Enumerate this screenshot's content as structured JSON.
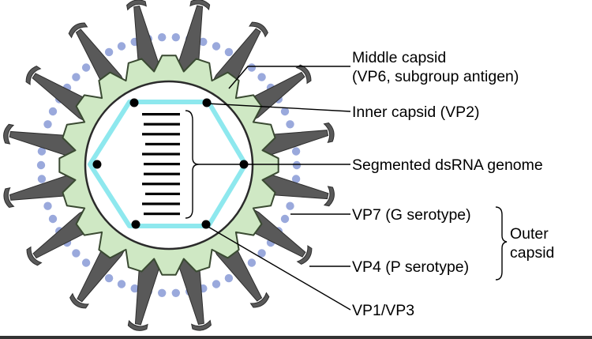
{
  "diagram": {
    "labels": {
      "middle_capsid_line1": "Middle capsid",
      "middle_capsid_line2": "(VP6, subgroup antigen)",
      "inner_capsid": "Inner capsid (VP2)",
      "genome": "Segmented dsRNA genome",
      "vp7": "VP7 (G serotype)",
      "vp4": "VP4 (P serotype)",
      "outer_capsid_line1": "Outer",
      "outer_capsid_line2": "capsid",
      "vp1_vp3": "VP1/VP3"
    },
    "colors": {
      "inner_capsid": "#8ee8ee",
      "middle_capsid_fill": "#cfe8c4",
      "middle_capsid_stroke": "#3a4a32",
      "vp7_dots": "#9aa9dc",
      "vp4_spikes": "#595959",
      "genome": "#000000"
    },
    "genome_segments": 11
  }
}
